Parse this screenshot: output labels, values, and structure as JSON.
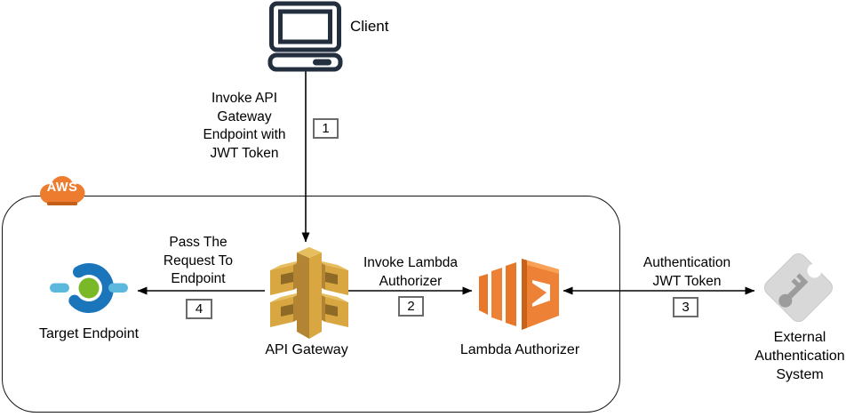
{
  "diagram": {
    "client": {
      "label": "Client"
    },
    "aws_group": {
      "label": "AWS"
    },
    "nodes": {
      "target_endpoint": {
        "label": "Target Endpoint"
      },
      "api_gateway": {
        "label": "API Gateway"
      },
      "lambda_authorizer": {
        "label": "Lambda Authorizer"
      },
      "external_auth": {
        "label_lines": [
          "External",
          "Authentication",
          "System"
        ]
      }
    },
    "steps": {
      "step1": {
        "number": "1",
        "label_lines": [
          "Invoke API",
          "Gateway",
          "Endpoint with",
          "JWT Token"
        ]
      },
      "step2": {
        "number": "2",
        "label_lines": [
          "Invoke Lambda",
          "Authorizer"
        ]
      },
      "step3": {
        "number": "3",
        "label_lines": [
          "Authentication",
          "JWT Token"
        ]
      },
      "step4": {
        "number": "4",
        "label_lines": [
          "Pass The",
          "Request To",
          "Endpoint"
        ]
      }
    },
    "icons": {
      "client": "desktop-computer-icon",
      "aws_group": "aws-cloud-icon",
      "api_gateway": "aws-api-gateway-icon",
      "lambda_authorizer": "aws-lambda-icon",
      "target_endpoint": "endpoint-icon",
      "external_auth": "key-tag-icon"
    },
    "colors": {
      "outline_navy": "#232F3E",
      "aws_orange": "#EE7C2F",
      "aws_orange_dark": "#C45F17",
      "gateway_gold": "#D9A741",
      "gateway_gold_dark": "#B28433",
      "lambda_orange": "#ED8136",
      "lambda_orange_dark": "#C96217",
      "endpoint_blue": "#1B75BB",
      "endpoint_green": "#79B928",
      "endpoint_lightblue": "#5CB8DC",
      "tag_gray": "#D8D8D8",
      "key_gray": "#9C9C9C",
      "line_black": "#040404"
    }
  }
}
